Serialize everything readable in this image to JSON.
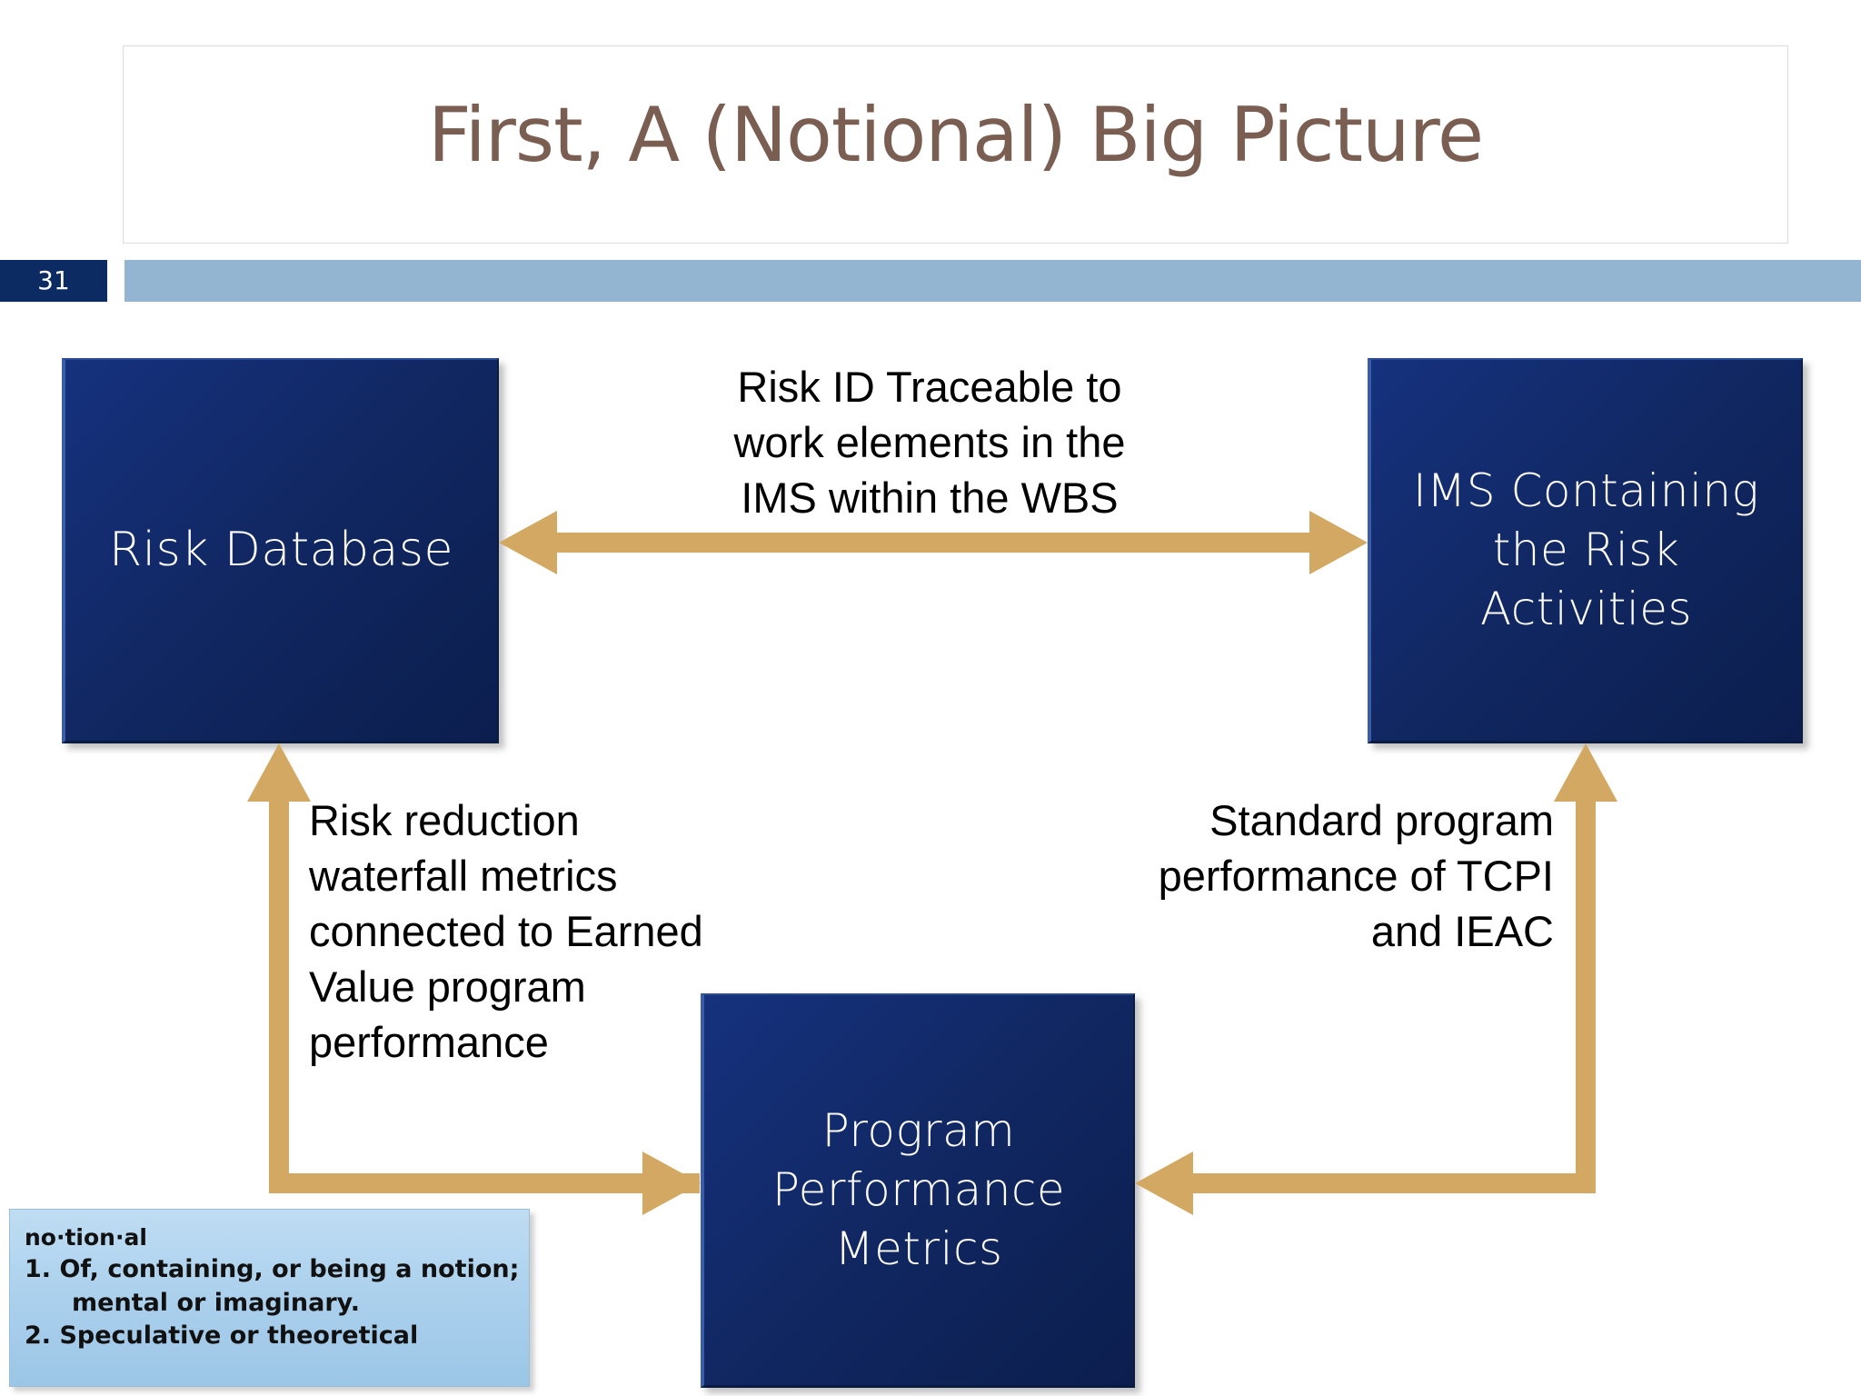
{
  "slide": {
    "title": "First, A (Notional) Big Picture",
    "number": "31",
    "title_color": "#7B5E52",
    "header_bar_color": "#94B5D1",
    "badge_color": "#0C2B63"
  },
  "diagram": {
    "accent_arrow_color": "#D2A862",
    "box_fill_color": "#12296B",
    "boxes": [
      {
        "id": "risk-database",
        "label": "Risk Database"
      },
      {
        "id": "ims",
        "label": "IMS Containing\nthe Risk\nActivities"
      },
      {
        "id": "program-performance-metrics",
        "label": "Program\nPerformance\nMetrics"
      }
    ],
    "annotations": [
      {
        "id": "top",
        "text": "Risk ID Traceable to\nwork elements in the\nIMS within the WBS"
      },
      {
        "id": "left",
        "text": "Risk reduction\nwaterfall metrics\nconnected to Earned\nValue program\nperformance"
      },
      {
        "id": "right",
        "text": "Standard program\nperformance of TCPI\nand IEAC"
      }
    ],
    "connectors": [
      {
        "id": "risk-database-to-ims",
        "style": "double-headed-horizontal"
      },
      {
        "id": "ppm-to-risk-database",
        "style": "elbow-up-left"
      },
      {
        "id": "ims-to-ppm",
        "style": "elbow-down-left"
      }
    ]
  },
  "notional": {
    "headword": "no·tion·al",
    "definitions": [
      "1. Of, containing, or being a notion;",
      "mental or imaginary.",
      "2. Speculative or theoretical"
    ]
  }
}
